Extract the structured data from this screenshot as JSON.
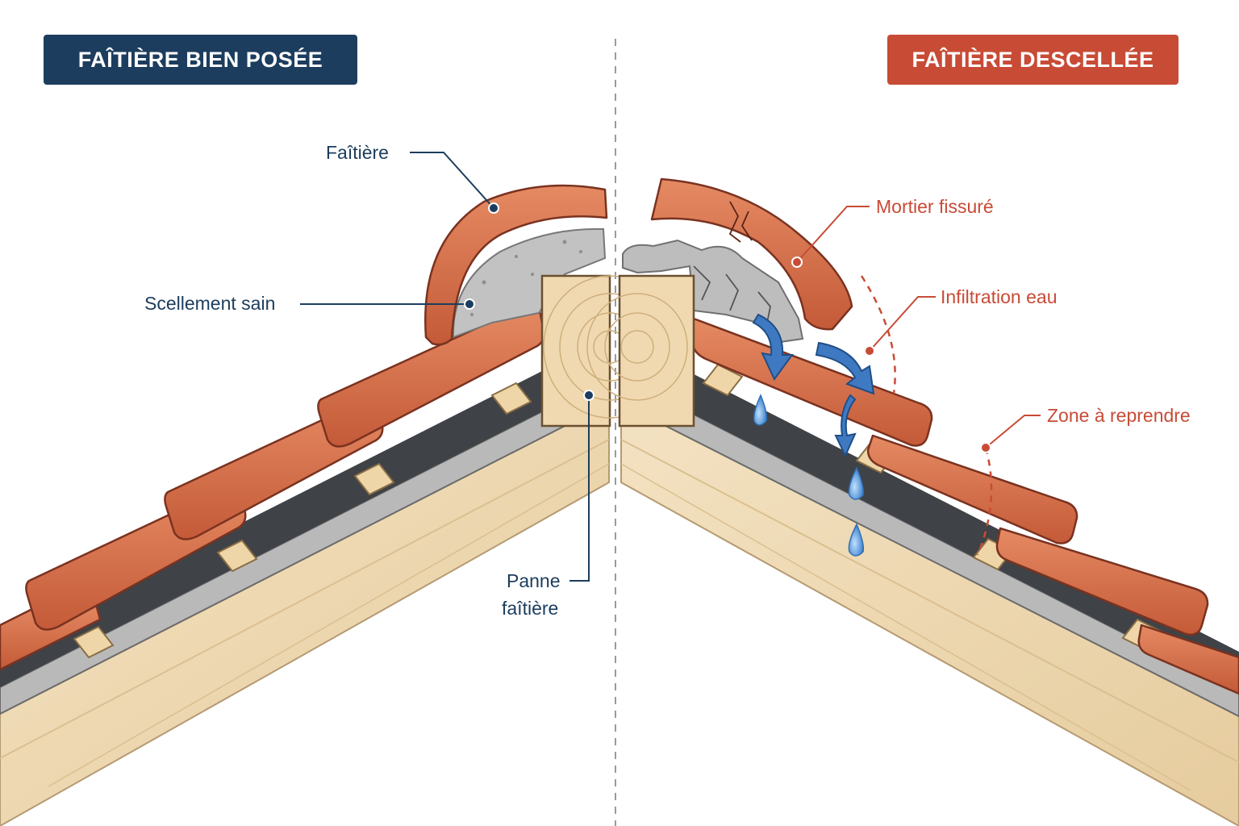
{
  "banners": {
    "left": "FAÎTIÈRE BIEN POSÉE",
    "right": "FAÎTIÈRE DESCELLÉE"
  },
  "labels": {
    "faitiere": "Faîtière",
    "scellement": "Scellement sain",
    "panne_line1": "Panne",
    "panne_line2": "faîtière",
    "mortier": "Mortier fissuré",
    "infiltration": "Infiltration eau",
    "zone": "Zone à reprendre"
  },
  "colors": {
    "navy": "#1c3d5e",
    "brick_red": "#c84b36",
    "tile": "#d9734f",
    "wood": "#ecd5ad",
    "water": "#4a8fd4"
  }
}
